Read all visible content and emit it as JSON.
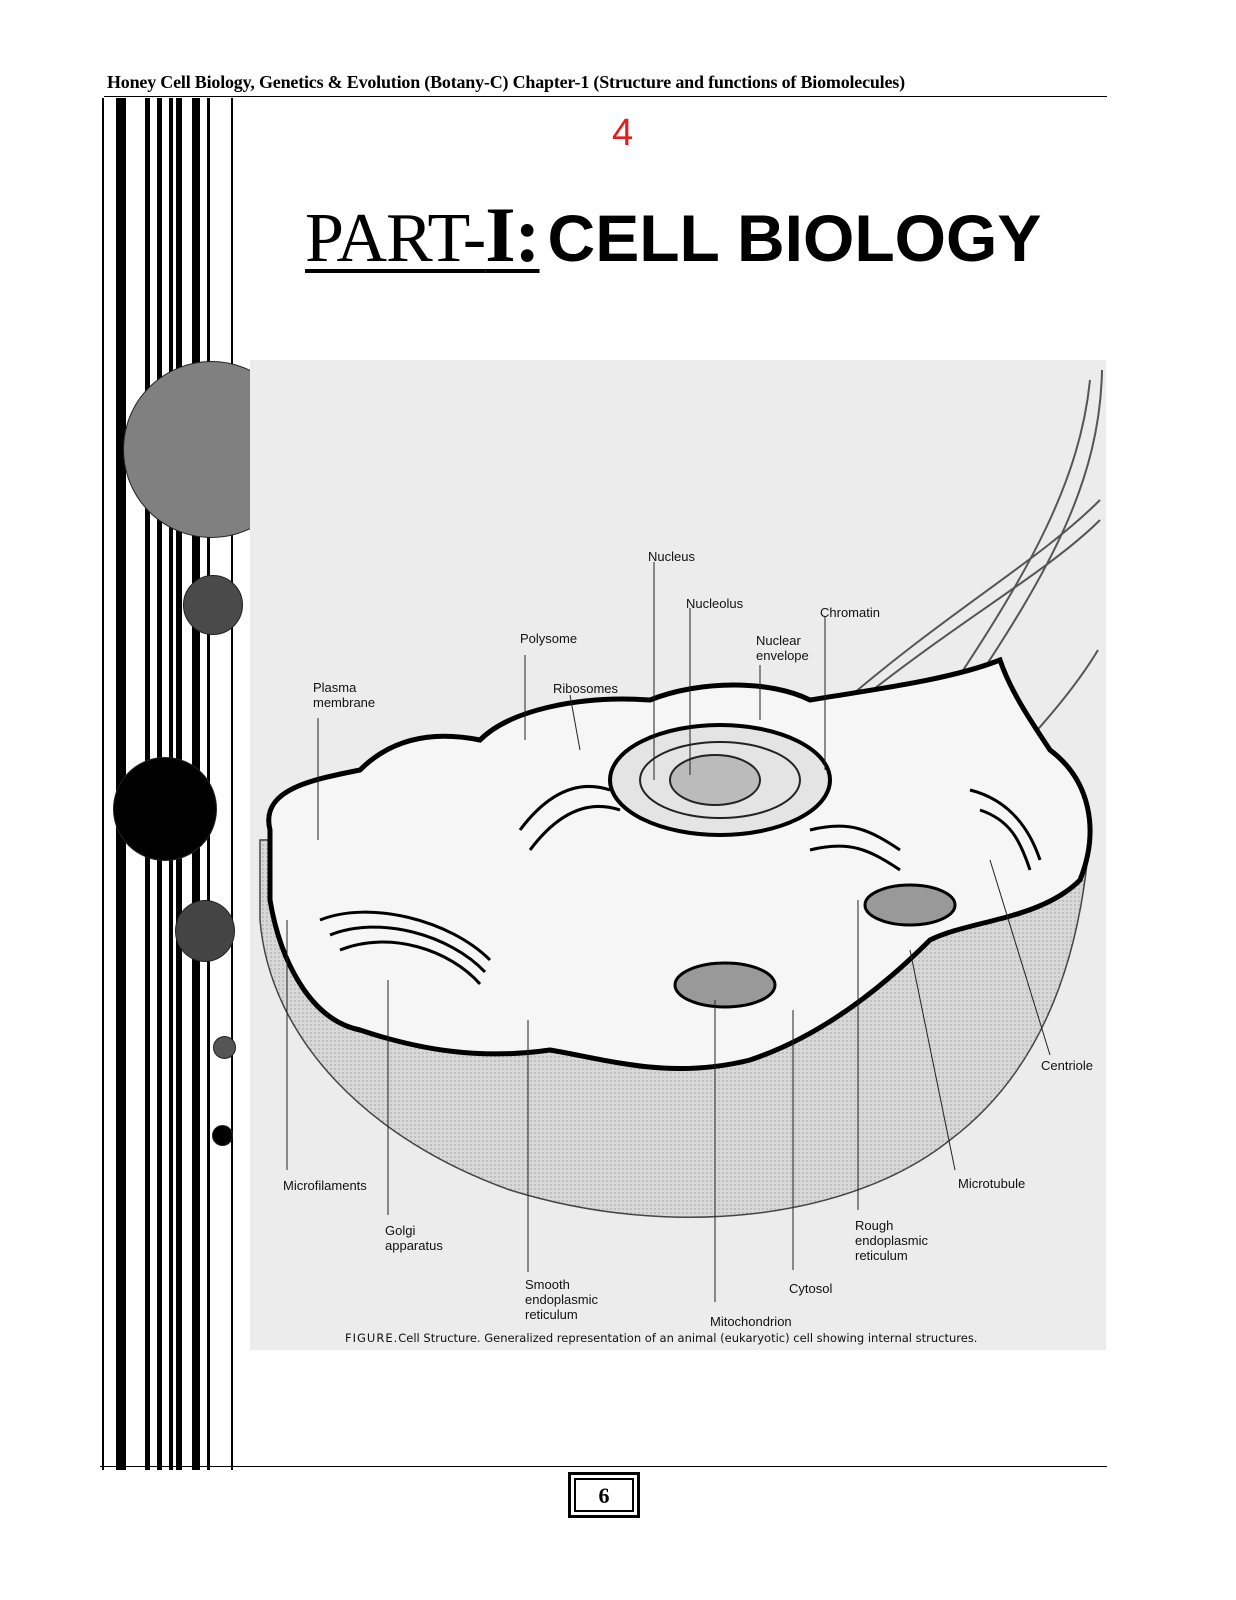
{
  "header": {
    "running_title": "Honey Cell Biology, Genetics & Evolution (Botany-C) Chapter-1 (Structure and functions of Biomolecules)"
  },
  "chapter_number": "4",
  "title": {
    "part": "PART-",
    "roman": "I:",
    "subject": "CELL BIOLOGY"
  },
  "figure": {
    "labels": {
      "nucleus": "Nucleus",
      "nucleolus": "Nucleolus",
      "chromatin": "Chromatin",
      "polysome": "Polysome",
      "nuclear_envelope": "Nuclear\nenvelope",
      "plasma_membrane": "Plasma\nmembrane",
      "ribosomes": "Ribosomes",
      "centriole": "Centriole",
      "microfilaments": "Microfilaments",
      "microtubule": "Microtubule",
      "golgi": "Golgi\napparatus",
      "rough_er": "Rough\nendoplasmic\nreticulum",
      "smooth_er": "Smooth\nendoplasmic\nreticulum",
      "cytosol": "Cytosol",
      "mitochondrion": "Mitochondrion"
    },
    "caption_prefix": "FIGURE.",
    "caption": "Cell Structure. Generalized representation of an animal (eukaryotic) cell showing internal structures."
  },
  "footer": {
    "page_number": "6"
  },
  "colors": {
    "chapter_number": "#e02020"
  }
}
